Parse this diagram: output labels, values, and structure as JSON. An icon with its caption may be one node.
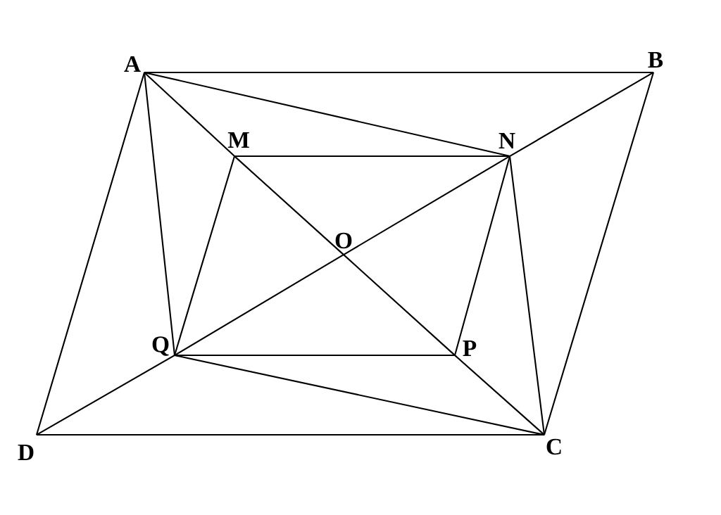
{
  "diagram": {
    "nodes": [
      {
        "text": [
          "A"
        ]
      },
      {
        "text": [
          "B"
        ]
      },
      {
        "text": [
          "N"
        ]
      },
      {
        "text": [
          "M"
        ]
      },
      {
        "text": [
          "O"
        ]
      },
      {
        "text": [
          "Q"
        ]
      },
      {
        "text": [
          "P"
        ]
      },
      {
        "text": [
          "D"
        ]
      },
      {
        "text": [
          "C"
        ]
      }
    ],
    "edges": [
      {
        "from": 0,
        "to": 1,
        "arrow": "none"
      },
      {
        "from": 1,
        "to": 8,
        "arrow": "none"
      },
      {
        "from": 8,
        "to": 7,
        "arrow": "none"
      },
      {
        "from": 7,
        "to": 0,
        "arrow": "none"
      },
      {
        "from": 0,
        "to": 3,
        "arrow": "none"
      },
      {
        "from": 3,
        "to": 4,
        "arrow": "none"
      },
      {
        "from": 4,
        "to": 6,
        "arrow": "none"
      },
      {
        "from": 6,
        "to": 8,
        "arrow": "none"
      },
      {
        "from": 1,
        "to": 2,
        "arrow": "none"
      },
      {
        "from": 2,
        "to": 4,
        "arrow": "none"
      },
      {
        "from": 4,
        "to": 5,
        "arrow": "none"
      },
      {
        "from": 5,
        "to": 7,
        "arrow": "none"
      },
      {
        "from": 0,
        "to": 2,
        "arrow": "none"
      },
      {
        "from": 0,
        "to": 5,
        "arrow": "none"
      },
      {
        "from": 2,
        "to": 8,
        "arrow": "none"
      },
      {
        "from": 5,
        "to": 8,
        "arrow": "none"
      },
      {
        "from": 3,
        "to": 2,
        "arrow": "none"
      },
      {
        "from": 2,
        "to": 6,
        "arrow": "none"
      },
      {
        "from": 6,
        "to": 5,
        "arrow": "none"
      },
      {
        "from": 5,
        "to": 3,
        "arrow": "none"
      }
    ]
  }
}
